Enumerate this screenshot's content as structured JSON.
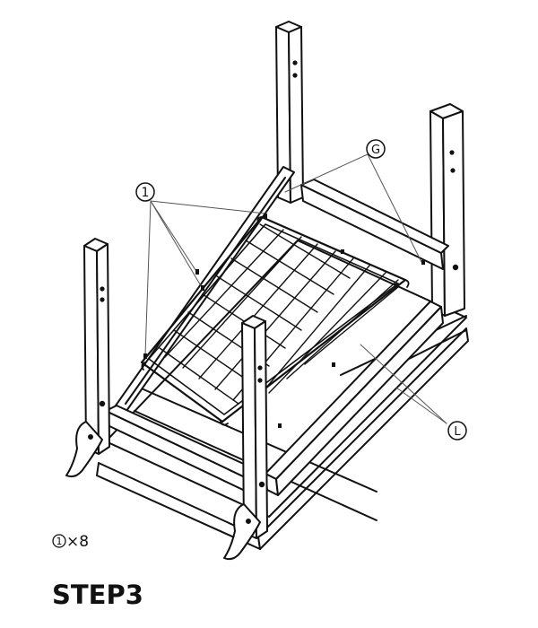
{
  "callouts": {
    "screw": "1",
    "bracket_g": "G",
    "bracket_l": "L"
  },
  "quantity": {
    "marker": "1",
    "text": "×8"
  },
  "step_title": "STEP3"
}
